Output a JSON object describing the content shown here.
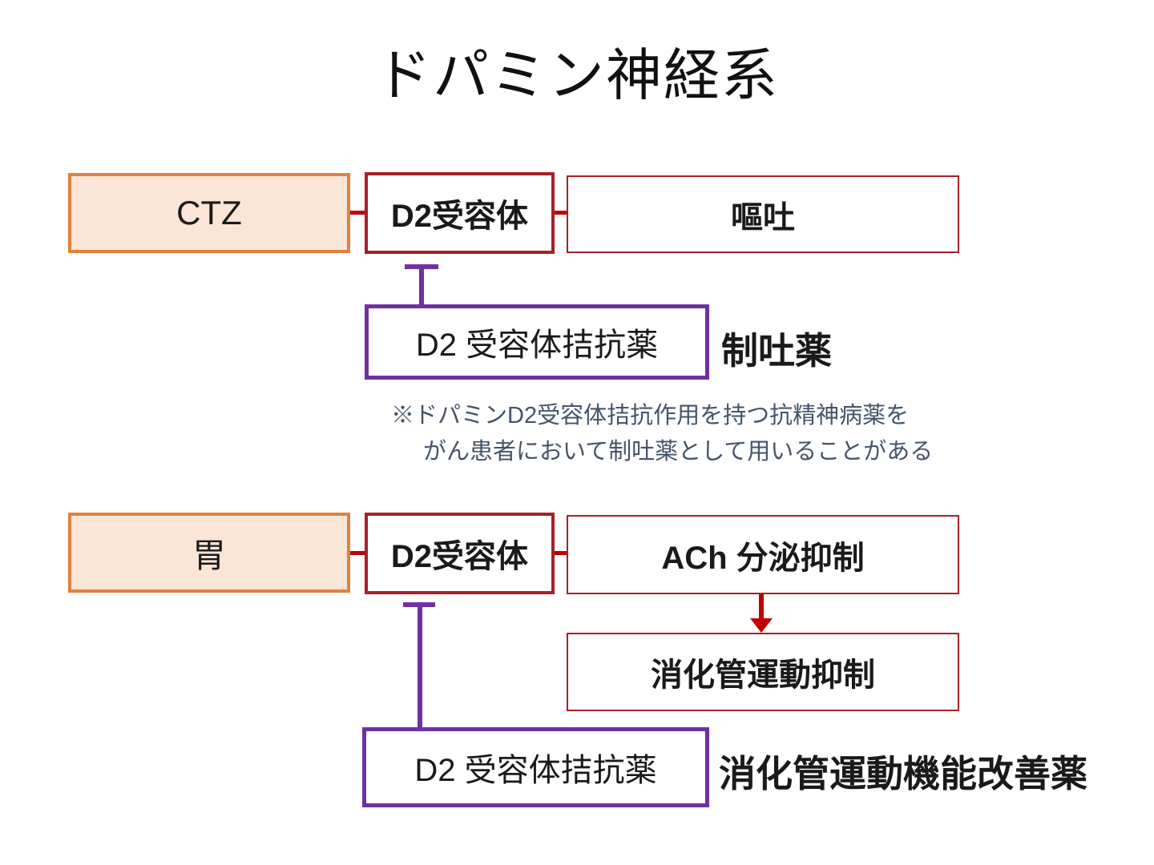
{
  "title": "ドパミン神経系",
  "colors": {
    "orange_border": "#E0813F",
    "orange_fill": "#FBE5D6",
    "dark_red_border": "#A52028",
    "red_connector": "#C00000",
    "purple": "#7030A0",
    "note_text": "#44546A",
    "body_text": "#1A1A1A"
  },
  "top_pathway": {
    "source": "CTZ",
    "receptor": "D2受容体",
    "effect": "嘔吐",
    "antagonist": "D2 受容体拮抗薬",
    "drug_class": "制吐薬",
    "note_line1": "※ドパミンD2受容体拮抗作用を持つ抗精神病薬を",
    "note_line2": "がん患者において制吐薬として用いることがある"
  },
  "bottom_pathway": {
    "source": "胃",
    "receptor": "D2受容体",
    "effect": "ACh 分泌抑制",
    "downstream_effect": "消化管運動抑制",
    "antagonist": "D2 受容体拮抗薬",
    "drug_class": "消化管運動機能改善薬"
  }
}
